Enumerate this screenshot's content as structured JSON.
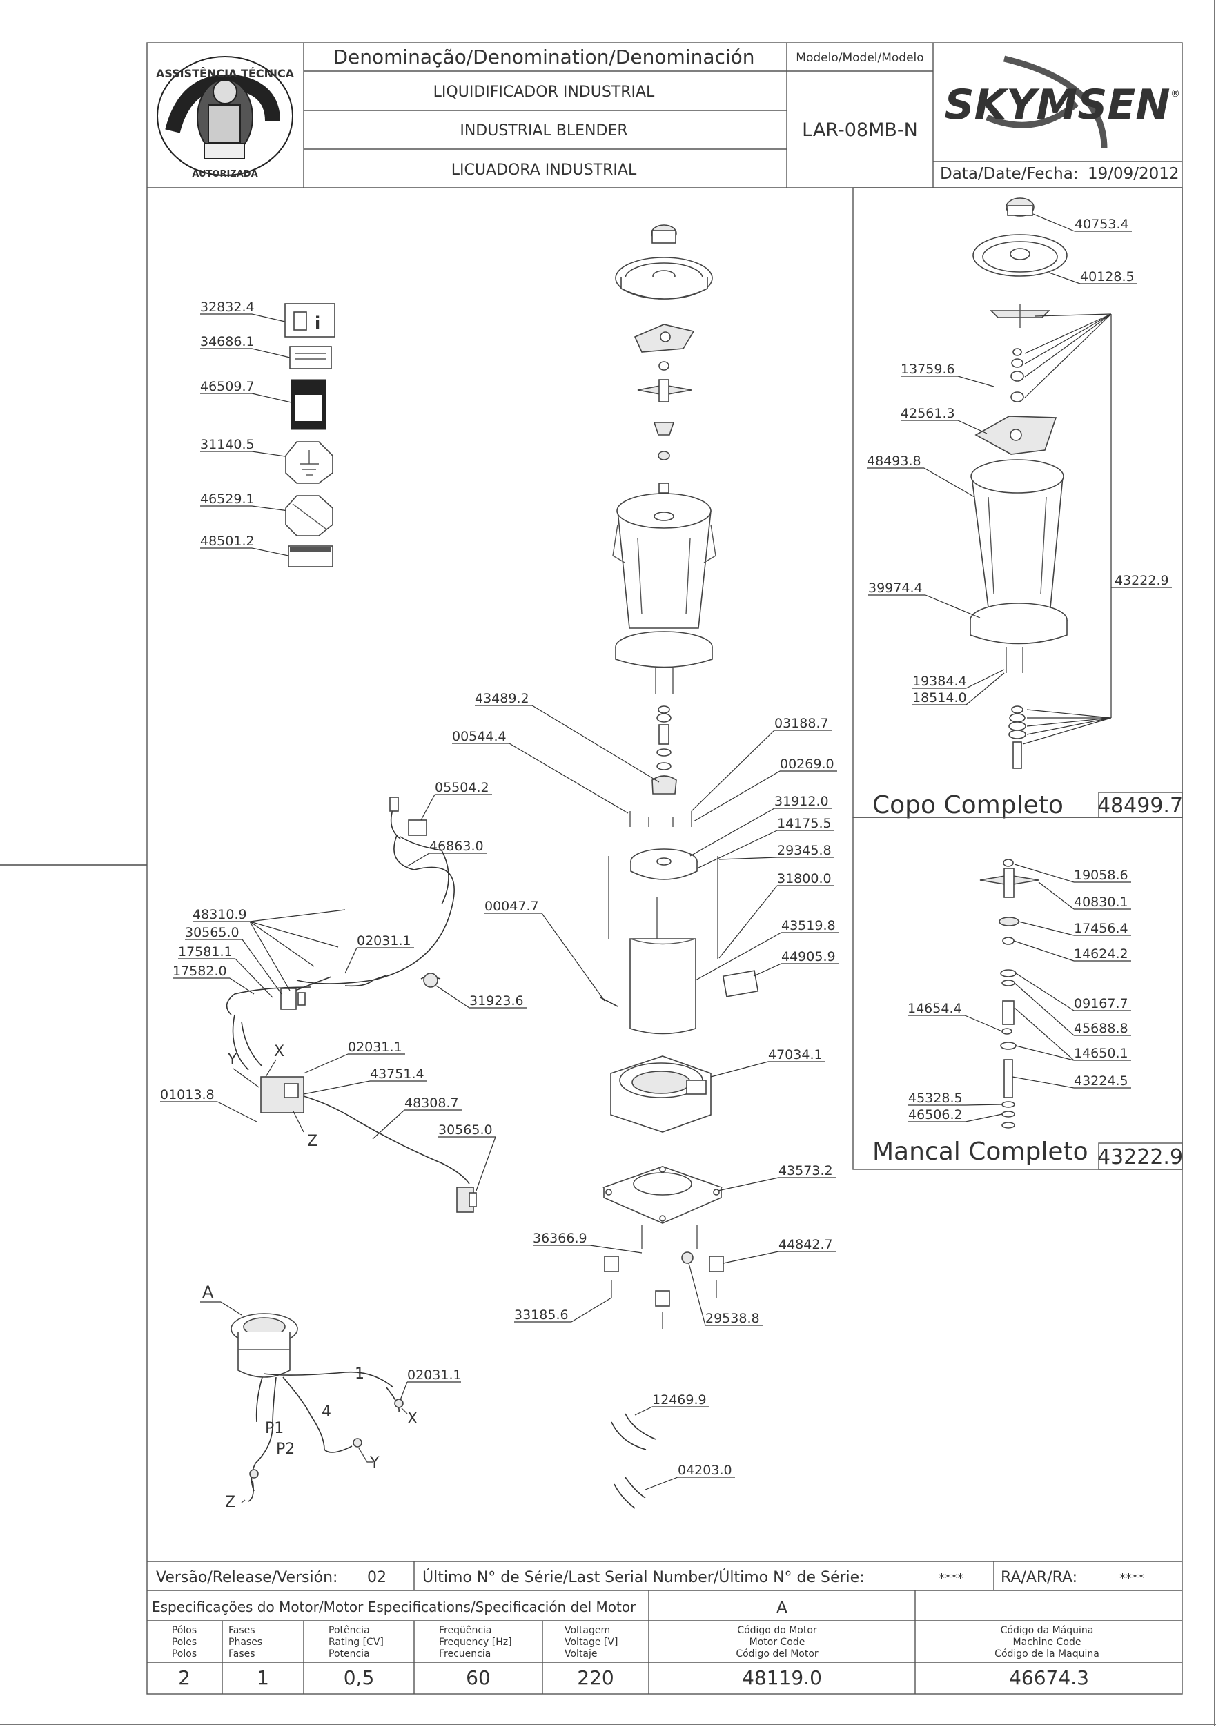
{
  "title_block": {
    "header_denomination": "Denominação/Denomination/Denominación",
    "product_pt": "LIQUIDIFICADOR INDUSTRIAL",
    "product_en": "INDUSTRIAL BLENDER",
    "product_es": "LICUADORA INDUSTRIAL",
    "model_header": "Modelo/Model/Modelo",
    "model": "LAR-08MB-N",
    "date_label": "Data/Date/Fecha:",
    "date": "19/09/2012",
    "brand": "SKYMSEN",
    "seal_text": "ASSISTÊNCIA TÉCNICA AUTORIZADA"
  },
  "labels_column": [
    "32832.4",
    "34686.1",
    "46509.7",
    "31140.5",
    "46529.1",
    "48501.2"
  ],
  "main_parts": {
    "p43489_2": "43489.2",
    "p00544_4": "00544.4",
    "p03188_7": "03188.7",
    "p00269_0": "00269.0",
    "p31912_0": "31912.0",
    "p14175_5": "14175.5",
    "p29345_8": "29345.8",
    "p31800_0": "31800.0",
    "p00047_7": "00047.7",
    "p43519_8": "43519.8",
    "p44905_9": "44905.9",
    "p47034_1": "47034.1",
    "p43573_2": "43573.2",
    "p36366_9": "36366.9",
    "p44842_7": "44842.7",
    "p33185_6": "33185.6",
    "p29538_8": "29538.8",
    "p12469_9": "12469.9",
    "p04203_0": "04203.0"
  },
  "wiring": {
    "p05504_2": "05504.2",
    "p46863_0": "46863.0",
    "p48310_9": "48310.9",
    "p30565_0a": "30565.0",
    "p17581_1": "17581.1",
    "p17582_0": "17582.0",
    "p02031_1a": "02031.1",
    "p31923_6": "31923.6",
    "p02031_1b": "02031.1",
    "p43751_4": "43751.4",
    "p01013_8": "01013.8",
    "p48308_7": "48308.7",
    "p30565_0b": "30565.0",
    "letter_x": "X",
    "letter_y": "Y",
    "letter_z": "Z"
  },
  "motor_diagram": {
    "letter_a": "A",
    "p02031_1": "02031.1",
    "w1": "1",
    "w4": "4",
    "p1": "P1",
    "p2": "P2",
    "x": "X",
    "y": "Y",
    "z": "Z"
  },
  "copo_completo": {
    "title": "Copo Completo",
    "code": "48499.7",
    "parts": {
      "p40753_4": "40753.4",
      "p40128_5": "40128.5",
      "p13759_6": "13759.6",
      "p42561_3": "42561.3",
      "p48493_8": "48493.8",
      "p43222_9": "43222.9",
      "p39974_4": "39974.4",
      "p19384_4": "19384.4",
      "p18514_0": "18514.0"
    }
  },
  "mancal_completo": {
    "title": "Mancal Completo",
    "code": "43222.9",
    "parts": {
      "p19058_6": "19058.6",
      "p40830_1": "40830.1",
      "p17456_4": "17456.4",
      "p14624_2": "14624.2",
      "p09167_7": "09167.7",
      "p14654_4": "14654.4",
      "p45688_8": "45688.8",
      "p14650_1": "14650.1",
      "p43224_5": "43224.5",
      "p45328_5": "45328.5",
      "p46506_2": "46506.2"
    }
  },
  "footer": {
    "version_label": "Versão/Release/Versión:",
    "version": "02",
    "serial_label": "Último N° de Série/Last Serial Number/Último N° de Série:",
    "serial": "****",
    "ra_label": "RA/AR/RA:",
    "ra": "****",
    "motor_spec_label": "Especificações do Motor/Motor Especifications/Specificación del Motor",
    "motor_letter": "A",
    "col_poles": [
      "Pólos",
      "Poles",
      "Polos"
    ],
    "col_phases": [
      "Fases",
      "Phases",
      "Fases"
    ],
    "col_power": [
      "Potência",
      "Rating [CV]",
      "Potencia"
    ],
    "col_freq": [
      "Freqüência",
      "Frequency [Hz]",
      "Frecuencia"
    ],
    "col_voltage": [
      "Voltagem",
      "Voltage [V]",
      "Voltaje"
    ],
    "col_motor_code": [
      "Código do Motor",
      "Motor Code",
      "Código del Motor"
    ],
    "col_machine_code": [
      "Código da Máquina",
      "Machine Code",
      "Código de la Maquina"
    ],
    "poles": "2",
    "phases": "1",
    "power": "0,5",
    "frequency": "60",
    "voltage": "220",
    "motor_code": "48119.0",
    "machine_code": "46674.3"
  }
}
